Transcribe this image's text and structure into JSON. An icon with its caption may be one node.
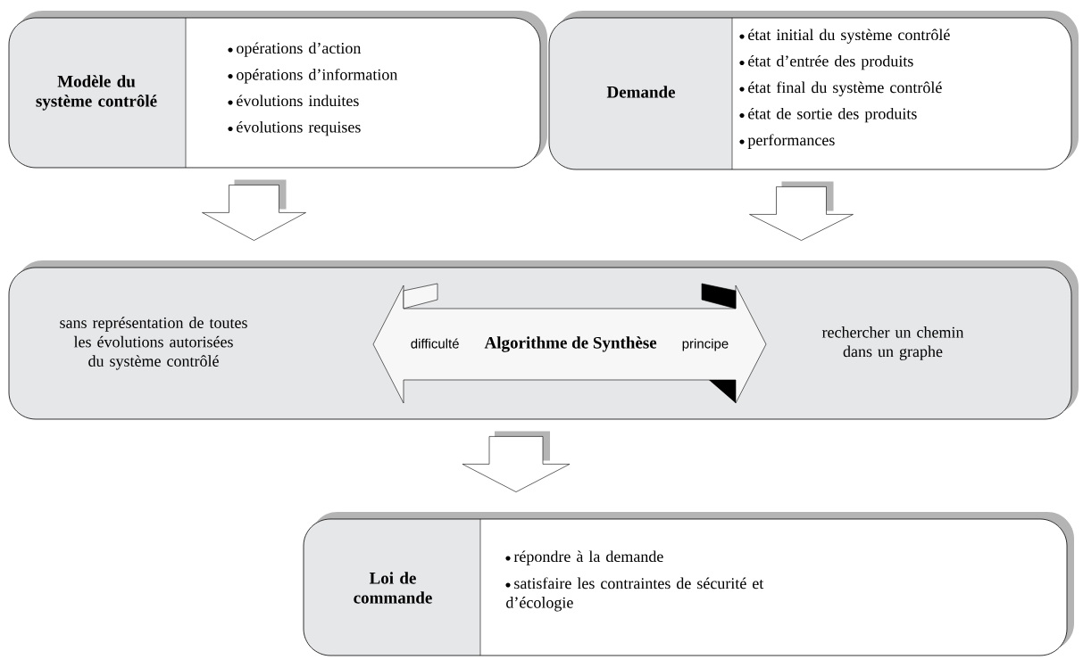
{
  "diagram": {
    "nodes": [
      {
        "text": [
          "Modèle du système contrôlé",
          "opérations d’action",
          "opérations d’information",
          "évolutions induites",
          "évolutions requises"
        ]
      },
      {
        "text": [
          "Demande",
          "état initial du système contrôlé",
          "état d’entrée des produits",
          "état final du système contrôlé",
          "état de sortie des produits",
          "performances"
        ]
      },
      {
        "text": [
          "sans représentation de toutes les évolutions autorisées du système contrôlé",
          "rechercher un chemin dans un graphe"
        ]
      },
      {
        "text": [
          "difficulté",
          "Algorithme de Synthèse",
          "principe"
        ],
        "in": 2
      },
      {
        "text": [
          "Loi de commande",
          "répondre à la demande",
          "satisfaire les contraintes de sécurité et d’écologie"
        ]
      }
    ],
    "edges": [
      {
        "from": 0,
        "to": 2,
        "arrow": "to"
      },
      {
        "from": 1,
        "to": 2,
        "arrow": "to"
      },
      {
        "from": 2,
        "to": 4,
        "arrow": "to"
      }
    ]
  }
}
